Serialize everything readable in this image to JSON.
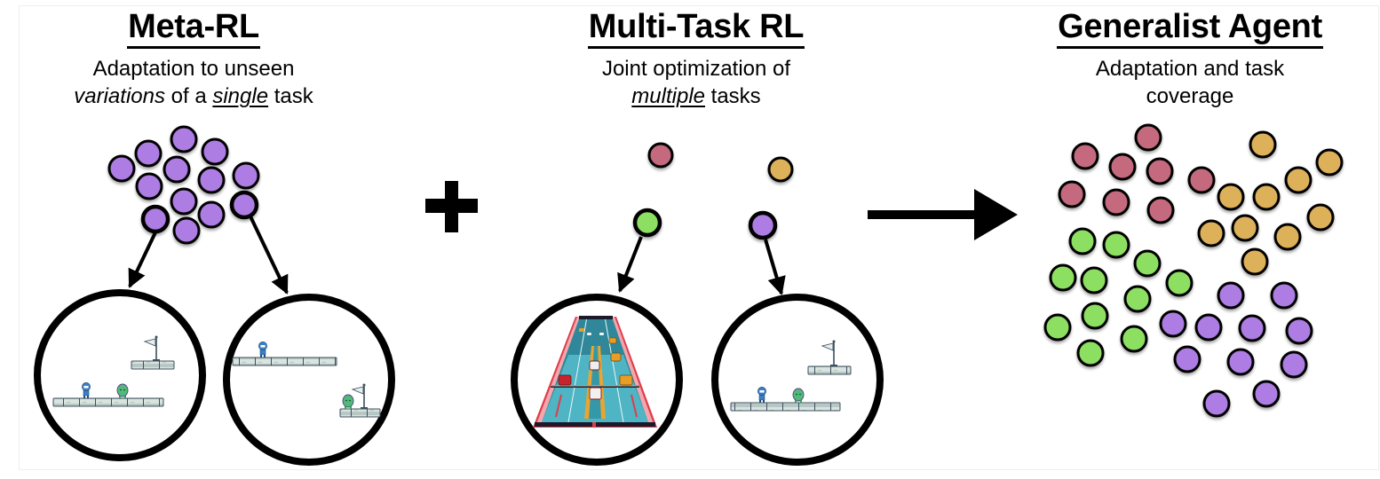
{
  "panels": {
    "meta_rl": {
      "title": "Meta-RL",
      "subtitle_line1": "Adaptation to unseen",
      "subtitle_line2_part1": "variations",
      "subtitle_line2_part2": " of a ",
      "subtitle_line2_part3": "single",
      "subtitle_line2_part4": " task"
    },
    "multi_task_rl": {
      "title": "Multi-Task RL",
      "subtitle_line1": "Joint optimization of",
      "subtitle_line2_part1": "multiple",
      "subtitle_line2_part2": " tasks"
    },
    "generalist_agent": {
      "title": "Generalist Agent",
      "subtitle_line1": "Adaptation and task",
      "subtitle_line2": "coverage"
    }
  },
  "operators": {
    "plus": "plus-icon",
    "arrow": "arrow-right-icon"
  },
  "colors": {
    "pink": "#c56b7e",
    "orange": "#ddb05a",
    "green": "#8ddf62",
    "purple": "#ad7de4",
    "outline": "#000000"
  },
  "task_clusters": {
    "meta_rl": {
      "color": "purple",
      "count": 13,
      "highlighted": 2
    },
    "multi_task_rl": {
      "tasks": [
        "pink",
        "orange",
        "green",
        "purple"
      ],
      "highlighted": [
        "green",
        "purple"
      ]
    },
    "generalist_agent": {
      "pink": 8,
      "orange": 10,
      "green": 11,
      "purple": 11
    }
  },
  "task_scenes": [
    {
      "name": "platformer-variation-1",
      "env": "platformer"
    },
    {
      "name": "platformer-variation-2",
      "env": "platformer"
    },
    {
      "name": "racing-game",
      "env": "racing"
    },
    {
      "name": "platformer-task",
      "env": "platformer"
    }
  ]
}
